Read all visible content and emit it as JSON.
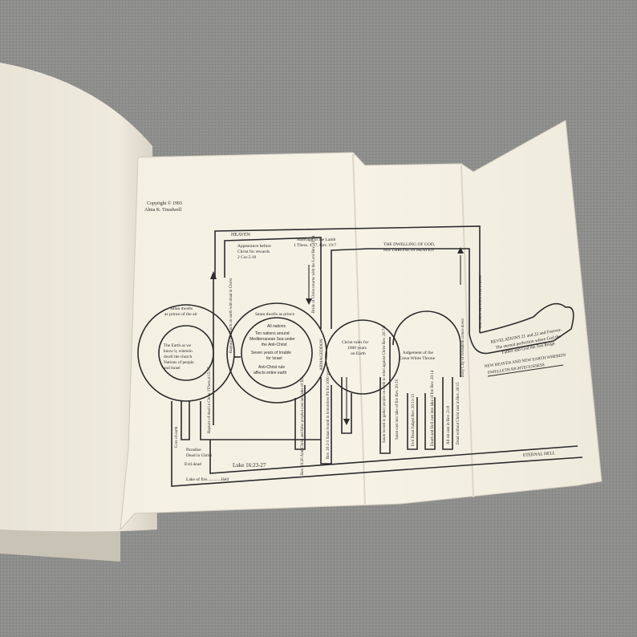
{
  "copyright": {
    "line1": "Copyright © 1993",
    "line2": "Alma K. Treadwell"
  },
  "labels": {
    "heaven": "HEAVEN",
    "appearance": [
      "Appearance before",
      "Christ for rewards",
      "2 Cor.5:10"
    ],
    "marriage": [
      "Marriage of the Lamb",
      "1 Thess. 4:17, Rev. 19:7"
    ],
    "dwelling": [
      "THE DWELLING OF GOD,",
      "HIS THRONE IN HEAVEN"
    ],
    "rapture_up": "Rapture of church on earth with dead in Christ",
    "bride": "Bride of Christ returns with the Lord Rev. 19:14",
    "holy_city": "Holy City of Jerusalem comes down",
    "new_heaven_vert": "THE NEW HEAVEN AND EARTH",
    "satan_air": [
      "Satan dwells",
      "as prince of the air"
    ],
    "earth_circle": [
      "The Earth as we",
      "know it, wherein",
      "dwell the church",
      "Nations of people",
      "and Israel"
    ],
    "satan_prince": "Satan dwells as prince",
    "nations": [
      "All nations",
      "Ten nations around",
      "Mediterranean Sea under",
      "the Anit-Christ",
      "Seven years of trouble",
      "for Israel",
      "Anti-Christ rule",
      "affects entire earth"
    ],
    "armageddon": "ARMAGEDDON",
    "christ_rules": [
      "Christ rules for",
      "1000 years",
      "on Earth"
    ],
    "judgement": [
      "Judgement of the",
      "Great White Throne"
    ],
    "revelations": [
      "REVELATIONS 21 and 22 and Forever-",
      "The eternal perfection where God the",
      "Father and God the Son Reign"
    ],
    "new_earth": [
      "NEW HEAVEN AND NEW EARTH WHEREIN",
      "DWELLETH RIGHTEOUSNESS"
    ],
    "rapture_dead": "Rapture of dead in Christ 1Thess.4:15-17",
    "core": "Core of earth",
    "paradise": [
      "Paradise",
      "Dead in Christ"
    ],
    "evil_dead": "Evil dead",
    "luke": "Luke 16:23-27",
    "lake": "Lake of fire.............Hell",
    "rev1920": "Rev. 19:20 Anti-Christ and false prophet cast into lake of fire",
    "rev2023": "Rev. 20:2-3 Satan bound in bottomless Pit for 1000 years",
    "satan_loosed": "Satan loosed to gather people on earth to rebel against Christ Rev. 20:7-9",
    "satan_cast": "Satan cast into lake of fire Rev. 20:10",
    "evil_judged": "Evil Dead Judged Rev. 20:11-13",
    "death_hell": "Death and Hell cast into lake of fire Rev. 20:14",
    "all_sin": "All sin cast in Rev. 21:8",
    "dead_without": "Dead without Christ cast in Rev. 20:15",
    "eternal_hell": "ETERNAL HELL"
  }
}
